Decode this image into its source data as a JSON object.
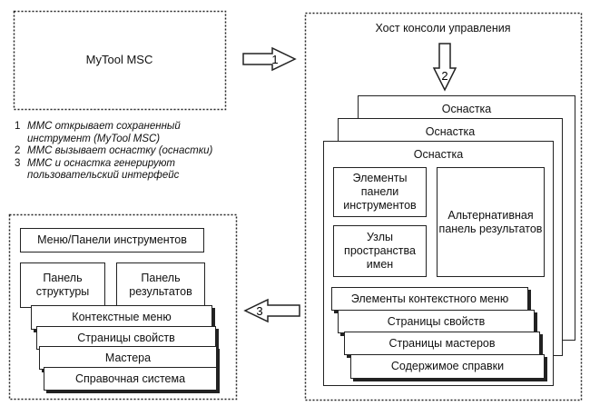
{
  "mytool": "MyTool MSC",
  "host": {
    "title": "Хост консоли управления",
    "snapin_back2": "Оснастка",
    "snapin_back1": "Оснастка",
    "snapin_front": "Оснастка",
    "toolbar_elements": "Элементы панели инструментов",
    "namespace_nodes": "Узлы пространства имен",
    "alt_results": "Альтернативная панель результатов",
    "context_menu_elements": "Элементы контекстного меню",
    "property_pages": "Страницы свойств",
    "wizard_pages": "Страницы мастеров",
    "help_content": "Содержимое справки"
  },
  "arrows": {
    "a1": "1",
    "a2": "2",
    "a3": "3"
  },
  "steps": [
    {
      "num": "1",
      "line1": "MMC открывает сохраненный",
      "line2": "инструмент (MyTool MSC)"
    },
    {
      "num": "2",
      "line1": "MMC вызывает оснастку (оснастки)",
      "line2": ""
    },
    {
      "num": "3",
      "line1": "MMC и оснастка генерируют",
      "line2": "пользовательский интерфейс"
    }
  ],
  "ui": {
    "menu_toolbars": "Меню/Панели инструментов",
    "tree_pane": "Панель структуры",
    "results_pane": "Панель результатов",
    "context_menus": "Контекстные меню",
    "property_pages": "Страницы свойств",
    "wizards": "Мастера",
    "help_system": "Справочная система"
  }
}
